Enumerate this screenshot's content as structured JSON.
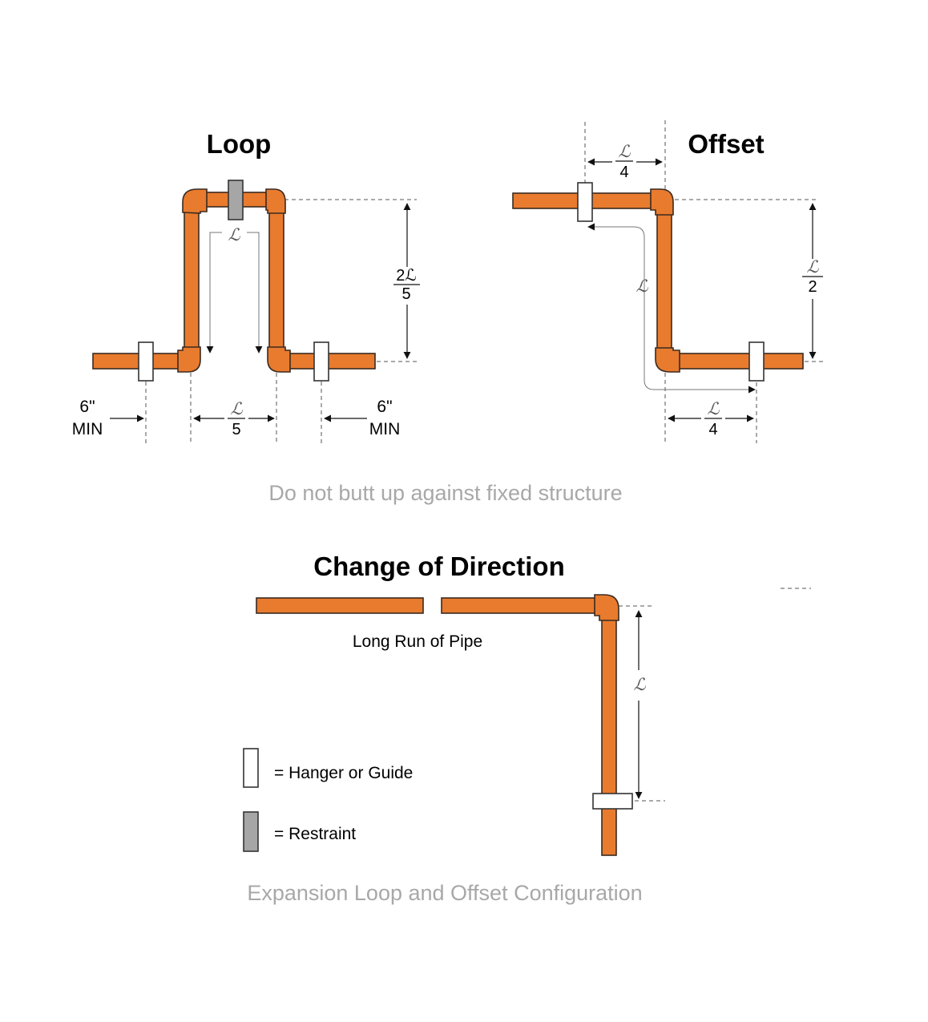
{
  "loop": {
    "title": "Loop",
    "six_min_left": {
      "top": "6\"",
      "bottom": "MIN"
    },
    "six_min_right": {
      "top": "6\"",
      "bottom": "MIN"
    },
    "symbol": "ℒ",
    "height_numerator": "2ℒ",
    "height_denominator": "5",
    "width_numerator": "ℒ",
    "width_denominator": "5"
  },
  "offset": {
    "title": "Offset",
    "symbol": "ℒ",
    "top_numerator": "ℒ",
    "top_denominator": "4",
    "height_numerator": "ℒ",
    "height_denominator": "2",
    "bottom_numerator": "ℒ",
    "bottom_denominator": "4"
  },
  "caption_top": "Do not butt up against fixed structure",
  "change": {
    "title": "Change of Direction",
    "long_run_label": "Long Run of Pipe",
    "symbol": "ℒ"
  },
  "legend": {
    "hanger_label": "= Hanger or Guide",
    "restraint_label": "= Restraint"
  },
  "caption_bottom": "Expansion Loop and Offset Configuration",
  "colors": {
    "pipe": "#e87b2e",
    "hanger": "#ffffff",
    "restraint": "#a6a6a6",
    "caption": "#a8a8a8"
  }
}
